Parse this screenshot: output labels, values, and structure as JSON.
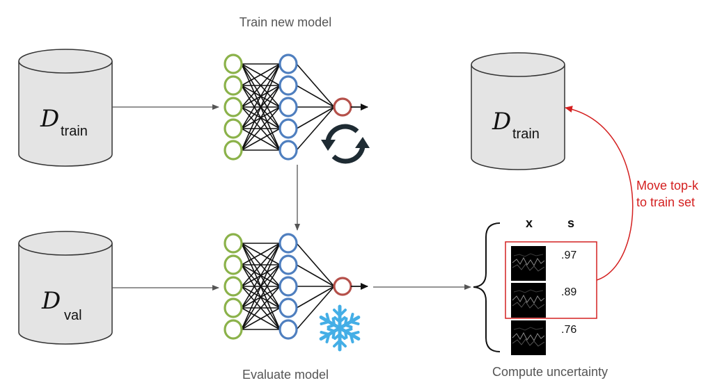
{
  "captions": {
    "train_new_model": "Train new model",
    "evaluate_model": "Evaluate model",
    "compute_uncertainty": "Compute uncertainty"
  },
  "datasets": {
    "symbol": "D",
    "train_sub": "train",
    "val_sub": "val"
  },
  "table": {
    "x_header": "x",
    "s_header": "s",
    "scores": [
      ".97",
      ".89",
      ".76"
    ]
  },
  "annotation": {
    "line1": "Move top-k",
    "line2": "to train set"
  },
  "colors": {
    "input_layer": "#8bb24a",
    "hidden_layer": "#4f7fbf",
    "output_node": "#b5504a",
    "cylinder_fill": "#e4e4e4",
    "snowflake": "#44aee6",
    "refresh_icon": "#1e2b33",
    "highlight": "#d42020",
    "connector": "#555555"
  },
  "icons": {
    "refresh": "refresh-icon",
    "freeze": "snowflake-icon"
  }
}
